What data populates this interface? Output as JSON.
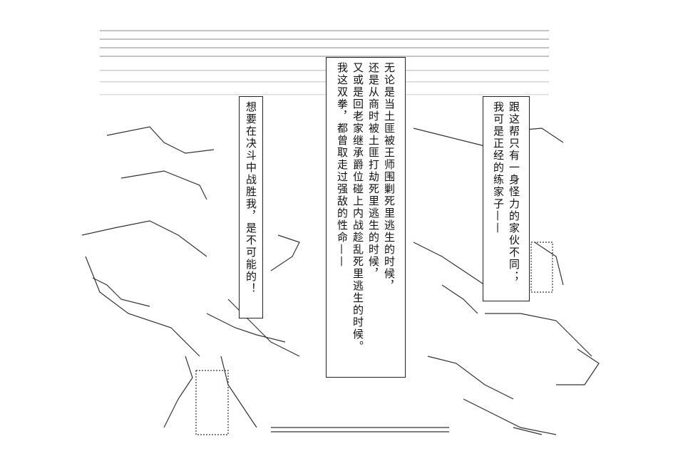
{
  "speech_bubbles": {
    "left": {
      "lines": [
        "想要在决斗中战胜我，是不可能的！"
      ]
    },
    "center": {
      "lines": [
        "无论是当土匪被王师围剿死里逃生的时候，",
        "还是从商时被土匪打劫死里逃生的时候，",
        "又或是回老家继承爵位碰上内战趁乱死里逃生的时候。",
        "我这双拳，都曾取走过强敌的性命——"
      ]
    },
    "right": {
      "lines": [
        "跟这帮只有一身怪力的家伙不同；",
        "我可是正经的练家子——"
      ]
    }
  }
}
